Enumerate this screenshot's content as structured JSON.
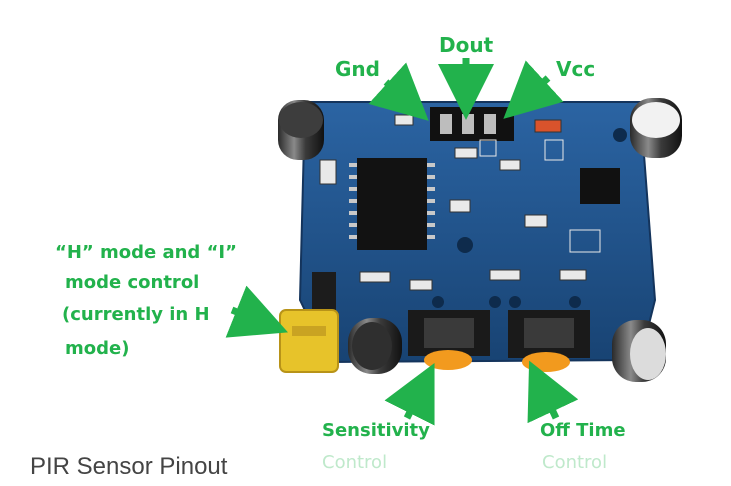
{
  "labels": {
    "gnd": "Gnd",
    "dout": "Dout",
    "vcc": "Vcc",
    "mode_line1": "“H” mode and “I”",
    "mode_line2": "mode control",
    "mode_line3": "(currently in H",
    "mode_line4": "mode)",
    "sensitivity_line1": "Sensitivity",
    "sensitivity_line2": "Control",
    "offtime_line1": "Off Time",
    "offtime_line2": "Control"
  },
  "caption": "PIR Sensor Pinout",
  "colors": {
    "label_green": "#22b24c",
    "board_blue": "#1f4f86",
    "potentiometer_orange": "#f29a1e",
    "jumper_yellow": "#e7c32a",
    "caption_gray": "#444444"
  }
}
